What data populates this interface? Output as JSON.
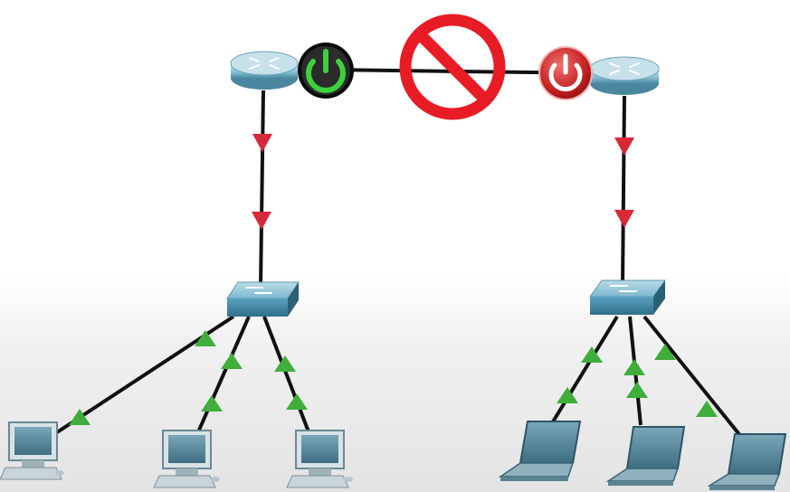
{
  "colors": {
    "link": "#111111",
    "status_down": "#d62a3a",
    "status_up": "#3fae3a",
    "power_on": "#3dd13d",
    "power_off": "#d93535",
    "prohibit": "#e81c24",
    "router_body": "#8fc3d6",
    "switch_body": "#62a8c4"
  },
  "topology": {
    "routers": [
      {
        "id": "router-left",
        "power": "power-on-icon"
      },
      {
        "id": "router-right",
        "power": "power-off-icon"
      }
    ],
    "switches": [
      {
        "id": "switch-left"
      },
      {
        "id": "switch-right"
      }
    ],
    "end_devices": [
      {
        "id": "pc-1",
        "type": "desktop-pc-icon",
        "switch": "switch-left"
      },
      {
        "id": "pc-2",
        "type": "desktop-pc-icon",
        "switch": "switch-left"
      },
      {
        "id": "pc-3",
        "type": "desktop-pc-icon",
        "switch": "switch-left"
      },
      {
        "id": "laptop-1",
        "type": "laptop-icon",
        "switch": "switch-right"
      },
      {
        "id": "laptop-2",
        "type": "laptop-icon",
        "switch": "switch-right"
      },
      {
        "id": "laptop-3",
        "type": "laptop-icon",
        "switch": "switch-right"
      }
    ],
    "links": [
      {
        "id": "link-router-router",
        "from": "router-left",
        "to": "router-right",
        "status": "blocked",
        "overlay": "prohibited-icon"
      },
      {
        "id": "link-router-switch-left",
        "from": "router-left",
        "to": "switch-left",
        "status": "down"
      },
      {
        "id": "link-router-switch-right",
        "from": "router-right",
        "to": "switch-right",
        "status": "down"
      },
      {
        "id": "link-switch-pc-1",
        "from": "switch-left",
        "to": "pc-1",
        "status": "up"
      },
      {
        "id": "link-switch-pc-2",
        "from": "switch-left",
        "to": "pc-2",
        "status": "up"
      },
      {
        "id": "link-switch-pc-3",
        "from": "switch-left",
        "to": "pc-3",
        "status": "up"
      },
      {
        "id": "link-switch-laptop-1",
        "from": "switch-right",
        "to": "laptop-1",
        "status": "up"
      },
      {
        "id": "link-switch-laptop-2",
        "from": "switch-right",
        "to": "laptop-2",
        "status": "up"
      },
      {
        "id": "link-switch-laptop-3",
        "from": "switch-right",
        "to": "laptop-3",
        "status": "up"
      }
    ]
  }
}
